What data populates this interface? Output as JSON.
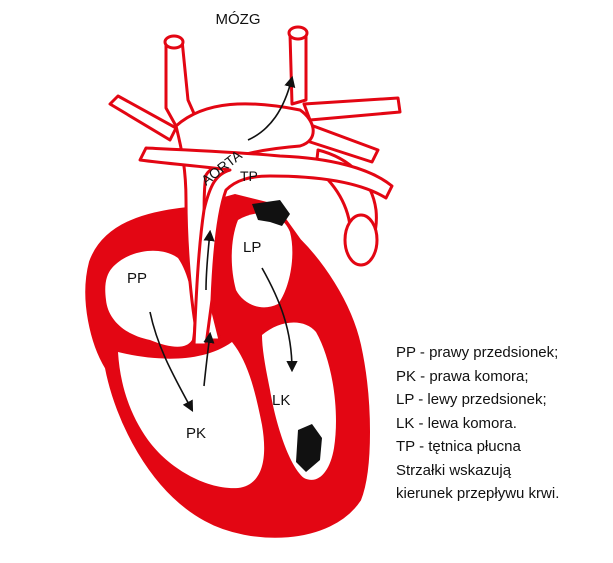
{
  "labels": {
    "brain": "MÓZG",
    "aorta": "AORTA",
    "pulmonary_artery": "TP",
    "right_atrium": "PP",
    "right_ventricle": "PK",
    "left_atrium": "LP",
    "left_ventricle": "LK"
  },
  "legend": [
    "PP - prawy przedsionek;",
    "PK - prawa komora;",
    "LP - lewy przedsionek;",
    "LK - lewa komora.",
    "TP - tętnica płucna",
    "Strzałki wskazują",
    "kierunek przepływu krwi."
  ],
  "colors": {
    "wall": "#e30613",
    "outline": "#e30613",
    "arrow": "#111111",
    "background": "#ffffff"
  }
}
